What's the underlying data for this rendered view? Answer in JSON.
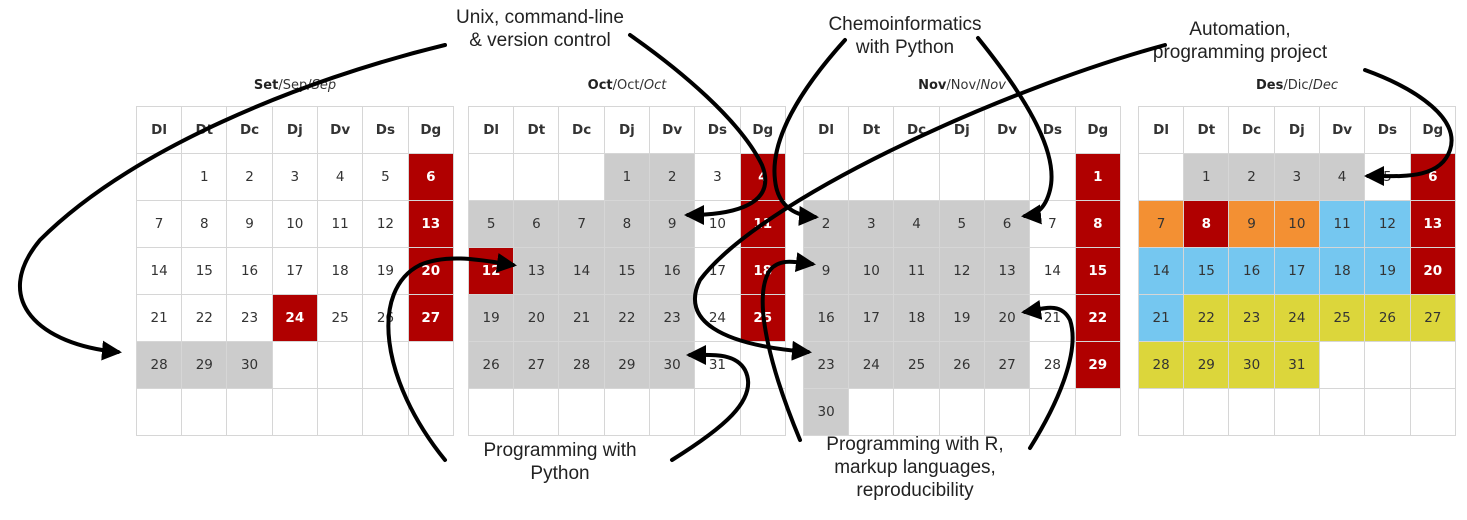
{
  "weekday_headers": [
    "Dl",
    "Dt",
    "Dc",
    "Dj",
    "Dv",
    "Ds",
    "Dg"
  ],
  "months": [
    {
      "title_bold": "Set",
      "title_plain": "/Sep/",
      "title_italic": "Sep",
      "weeks": [
        [
          [
            "",
            "e"
          ],
          [
            "1",
            "w"
          ],
          [
            "2",
            "w"
          ],
          [
            "3",
            "w"
          ],
          [
            "4",
            "w"
          ],
          [
            "5",
            "w"
          ],
          [
            "6",
            "r"
          ]
        ],
        [
          [
            "7",
            "w"
          ],
          [
            "8",
            "w"
          ],
          [
            "9",
            "w"
          ],
          [
            "10",
            "w"
          ],
          [
            "11",
            "w"
          ],
          [
            "12",
            "w"
          ],
          [
            "13",
            "r"
          ]
        ],
        [
          [
            "14",
            "w"
          ],
          [
            "15",
            "w"
          ],
          [
            "16",
            "w"
          ],
          [
            "17",
            "w"
          ],
          [
            "18",
            "w"
          ],
          [
            "19",
            "w"
          ],
          [
            "20",
            "r"
          ]
        ],
        [
          [
            "21",
            "w"
          ],
          [
            "22",
            "w"
          ],
          [
            "23",
            "w"
          ],
          [
            "24",
            "r"
          ],
          [
            "25",
            "w"
          ],
          [
            "26",
            "w"
          ],
          [
            "27",
            "r"
          ]
        ],
        [
          [
            "28",
            "g"
          ],
          [
            "29",
            "g"
          ],
          [
            "30",
            "g"
          ],
          [
            "",
            "e"
          ],
          [
            "",
            "e"
          ],
          [
            "",
            "e"
          ],
          [
            "",
            "e"
          ]
        ],
        [
          [
            "",
            "e"
          ],
          [
            "",
            "e"
          ],
          [
            "",
            "e"
          ],
          [
            "",
            "e"
          ],
          [
            "",
            "e"
          ],
          [
            "",
            "e"
          ],
          [
            "",
            "e"
          ]
        ]
      ]
    },
    {
      "title_bold": "Oct",
      "title_plain": "/Oct/",
      "title_italic": "Oct",
      "weeks": [
        [
          [
            "",
            "e"
          ],
          [
            "",
            "e"
          ],
          [
            "",
            "e"
          ],
          [
            "1",
            "g"
          ],
          [
            "2",
            "g"
          ],
          [
            "3",
            "w"
          ],
          [
            "4",
            "r"
          ]
        ],
        [
          [
            "5",
            "g"
          ],
          [
            "6",
            "g"
          ],
          [
            "7",
            "g"
          ],
          [
            "8",
            "g"
          ],
          [
            "9",
            "g"
          ],
          [
            "10",
            "w"
          ],
          [
            "11",
            "r"
          ]
        ],
        [
          [
            "12",
            "r"
          ],
          [
            "13",
            "g"
          ],
          [
            "14",
            "g"
          ],
          [
            "15",
            "g"
          ],
          [
            "16",
            "g"
          ],
          [
            "17",
            "w"
          ],
          [
            "18",
            "r"
          ]
        ],
        [
          [
            "19",
            "g"
          ],
          [
            "20",
            "g"
          ],
          [
            "21",
            "g"
          ],
          [
            "22",
            "g"
          ],
          [
            "23",
            "g"
          ],
          [
            "24",
            "w"
          ],
          [
            "25",
            "r"
          ]
        ],
        [
          [
            "26",
            "g"
          ],
          [
            "27",
            "g"
          ],
          [
            "28",
            "g"
          ],
          [
            "29",
            "g"
          ],
          [
            "30",
            "g"
          ],
          [
            "31",
            "w"
          ],
          [
            "",
            "e"
          ]
        ],
        [
          [
            "",
            "e"
          ],
          [
            "",
            "e"
          ],
          [
            "",
            "e"
          ],
          [
            "",
            "e"
          ],
          [
            "",
            "e"
          ],
          [
            "",
            "e"
          ],
          [
            "",
            "e"
          ]
        ]
      ]
    },
    {
      "title_bold": "Nov",
      "title_plain": "/Nov/",
      "title_italic": "Nov",
      "weeks": [
        [
          [
            "",
            "e"
          ],
          [
            "",
            "e"
          ],
          [
            "",
            "e"
          ],
          [
            "",
            "e"
          ],
          [
            "",
            "e"
          ],
          [
            "",
            "e"
          ],
          [
            "1",
            "r"
          ]
        ],
        [
          [
            "2",
            "g"
          ],
          [
            "3",
            "g"
          ],
          [
            "4",
            "g"
          ],
          [
            "5",
            "g"
          ],
          [
            "6",
            "g"
          ],
          [
            "7",
            "w"
          ],
          [
            "8",
            "r"
          ]
        ],
        [
          [
            "9",
            "g"
          ],
          [
            "10",
            "g"
          ],
          [
            "11",
            "g"
          ],
          [
            "12",
            "g"
          ],
          [
            "13",
            "g"
          ],
          [
            "14",
            "w"
          ],
          [
            "15",
            "r"
          ]
        ],
        [
          [
            "16",
            "g"
          ],
          [
            "17",
            "g"
          ],
          [
            "18",
            "g"
          ],
          [
            "19",
            "g"
          ],
          [
            "20",
            "g"
          ],
          [
            "21",
            "w"
          ],
          [
            "22",
            "r"
          ]
        ],
        [
          [
            "23",
            "g"
          ],
          [
            "24",
            "g"
          ],
          [
            "25",
            "g"
          ],
          [
            "26",
            "g"
          ],
          [
            "27",
            "g"
          ],
          [
            "28",
            "w"
          ],
          [
            "29",
            "r"
          ]
        ],
        [
          [
            "30",
            "g"
          ],
          [
            "",
            "e"
          ],
          [
            "",
            "e"
          ],
          [
            "",
            "e"
          ],
          [
            "",
            "e"
          ],
          [
            "",
            "e"
          ],
          [
            "",
            "e"
          ]
        ]
      ]
    },
    {
      "title_bold": "Des",
      "title_plain": "/Dic/",
      "title_italic": "Dec",
      "weeks": [
        [
          [
            "",
            "e"
          ],
          [
            "1",
            "g"
          ],
          [
            "2",
            "g"
          ],
          [
            "3",
            "g"
          ],
          [
            "4",
            "g"
          ],
          [
            "5",
            "w"
          ],
          [
            "6",
            "r"
          ]
        ],
        [
          [
            "7",
            "o"
          ],
          [
            "8",
            "r"
          ],
          [
            "9",
            "o"
          ],
          [
            "10",
            "o"
          ],
          [
            "11",
            "b"
          ],
          [
            "12",
            "b"
          ],
          [
            "13",
            "r"
          ]
        ],
        [
          [
            "14",
            "b"
          ],
          [
            "15",
            "b"
          ],
          [
            "16",
            "b"
          ],
          [
            "17",
            "b"
          ],
          [
            "18",
            "b"
          ],
          [
            "19",
            "b"
          ],
          [
            "20",
            "r"
          ]
        ],
        [
          [
            "21",
            "b"
          ],
          [
            "22",
            "y"
          ],
          [
            "23",
            "y"
          ],
          [
            "24",
            "y"
          ],
          [
            "25",
            "y"
          ],
          [
            "26",
            "y"
          ],
          [
            "27",
            "y"
          ]
        ],
        [
          [
            "28",
            "y"
          ],
          [
            "29",
            "y"
          ],
          [
            "30",
            "y"
          ],
          [
            "31",
            "y"
          ],
          [
            "",
            "e"
          ],
          [
            "",
            "e"
          ],
          [
            "",
            "e"
          ]
        ],
        [
          [
            "",
            "e"
          ],
          [
            "",
            "e"
          ],
          [
            "",
            "e"
          ],
          [
            "",
            "e"
          ],
          [
            "",
            "e"
          ],
          [
            "",
            "e"
          ],
          [
            "",
            "e"
          ]
        ]
      ]
    }
  ],
  "annotations": {
    "unix": "Unix, command-line\n& version control",
    "chemo": "Chemoinformatics\nwith Python",
    "automation": "Automation,\nprogramming project",
    "python": "Programming with\nPython",
    "r": "Programming with R,\nmarkup languages,\nreproducibility"
  },
  "colors": {
    "weekend_holiday": "#b00000",
    "course_gray": "#cccccc",
    "orange": "#f39033",
    "blue": "#75c7f0",
    "yellow": "#dcd63b",
    "arrow": "#000000"
  }
}
